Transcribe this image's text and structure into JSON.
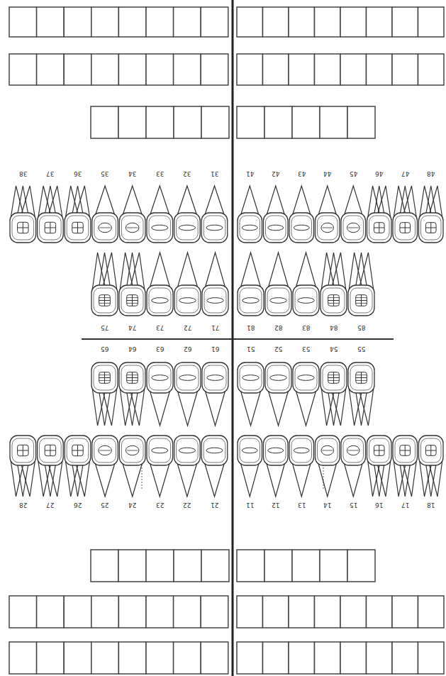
{
  "diagram": {
    "labels": [
      "38",
      "37",
      "36",
      "35",
      "34",
      "33",
      "32",
      "31",
      "41",
      "42",
      "43",
      "44",
      "45",
      "46",
      "47",
      "48",
      "75",
      "74",
      "73",
      "72",
      "71",
      "81",
      "82",
      "83",
      "84",
      "85",
      "65",
      "64",
      "63",
      "62",
      "61",
      "51",
      "52",
      "53",
      "54",
      "55",
      "28",
      "27",
      "26",
      "25",
      "24",
      "23",
      "22",
      "21",
      "11",
      "12",
      "13",
      "14",
      "15",
      "16",
      "17",
      "18"
    ]
  }
}
